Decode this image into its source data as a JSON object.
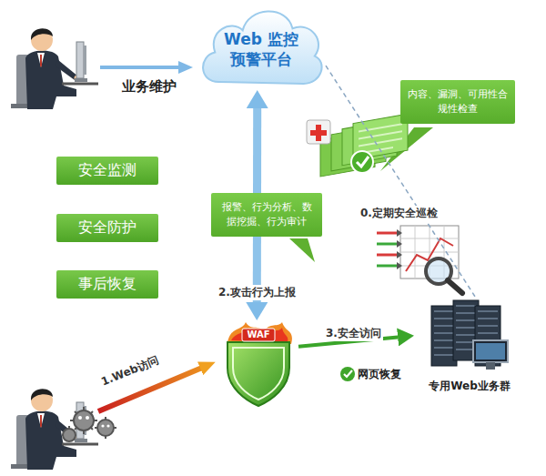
{
  "diagram": {
    "nodes": [
      {
        "text": [
          "Web 监控 预警平台"
        ]
      },
      {
        "text": [
          "内容、漏洞、可用性合规性检查"
        ]
      },
      {
        "text": [
          "安全监测"
        ]
      },
      {
        "text": [
          "安全防护"
        ]
      },
      {
        "text": [
          "事后恢复"
        ]
      },
      {
        "text": [
          "报警、行为分析、数据挖掘、行为审计"
        ]
      },
      {
        "text": [
          "WAF"
        ]
      },
      {
        "text": [
          "专用Web业务群"
        ]
      }
    ],
    "edges": [
      {
        "from": 0,
        "to": 6,
        "arrow": "both",
        "label": "2.攻击行为上报"
      },
      {
        "from": 6,
        "to": 7,
        "arrow": "to",
        "label": "3.安全访问"
      },
      {
        "from": 0,
        "to": 7,
        "arrow": "none",
        "label": "0.定期安全巡检"
      }
    ],
    "labels": [
      "业务维护",
      "1.Web访问",
      "网页恢复"
    ]
  }
}
